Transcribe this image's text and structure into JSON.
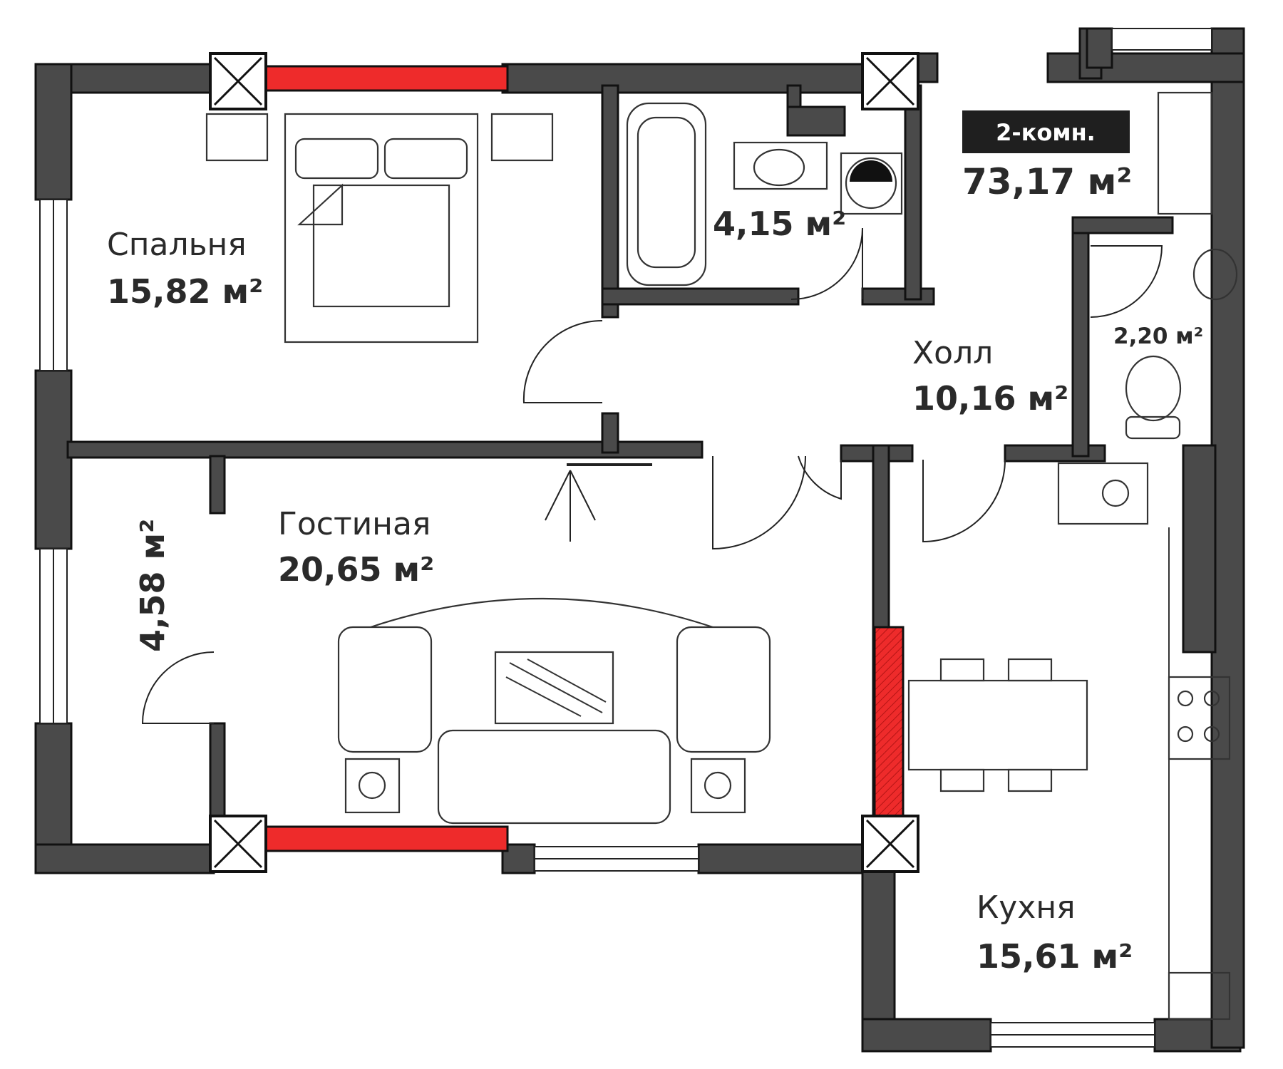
{
  "plan": {
    "badge": {
      "label": "2-комн.",
      "total_area": "73,17 м²",
      "background": "#1f1f1f"
    },
    "rooms": [
      {
        "id": "bedroom",
        "name": "Спальня",
        "area": "15,82 м²"
      },
      {
        "id": "bathroom",
        "name": "",
        "area": "4,15 м²"
      },
      {
        "id": "hall",
        "name": "Холл",
        "area": "10,16 м²"
      },
      {
        "id": "wc",
        "name": "",
        "area": "2,20 м²"
      },
      {
        "id": "balcony",
        "name": "",
        "area": "4,58 м²"
      },
      {
        "id": "living",
        "name": "Гостиная",
        "area": "20,65 м²"
      },
      {
        "id": "kitchen",
        "name": "Кухня",
        "area": "15,61 м²"
      }
    ],
    "colors": {
      "wall": "#4a4a4a",
      "heater": "#ee2b2b",
      "line": "#222222"
    }
  }
}
